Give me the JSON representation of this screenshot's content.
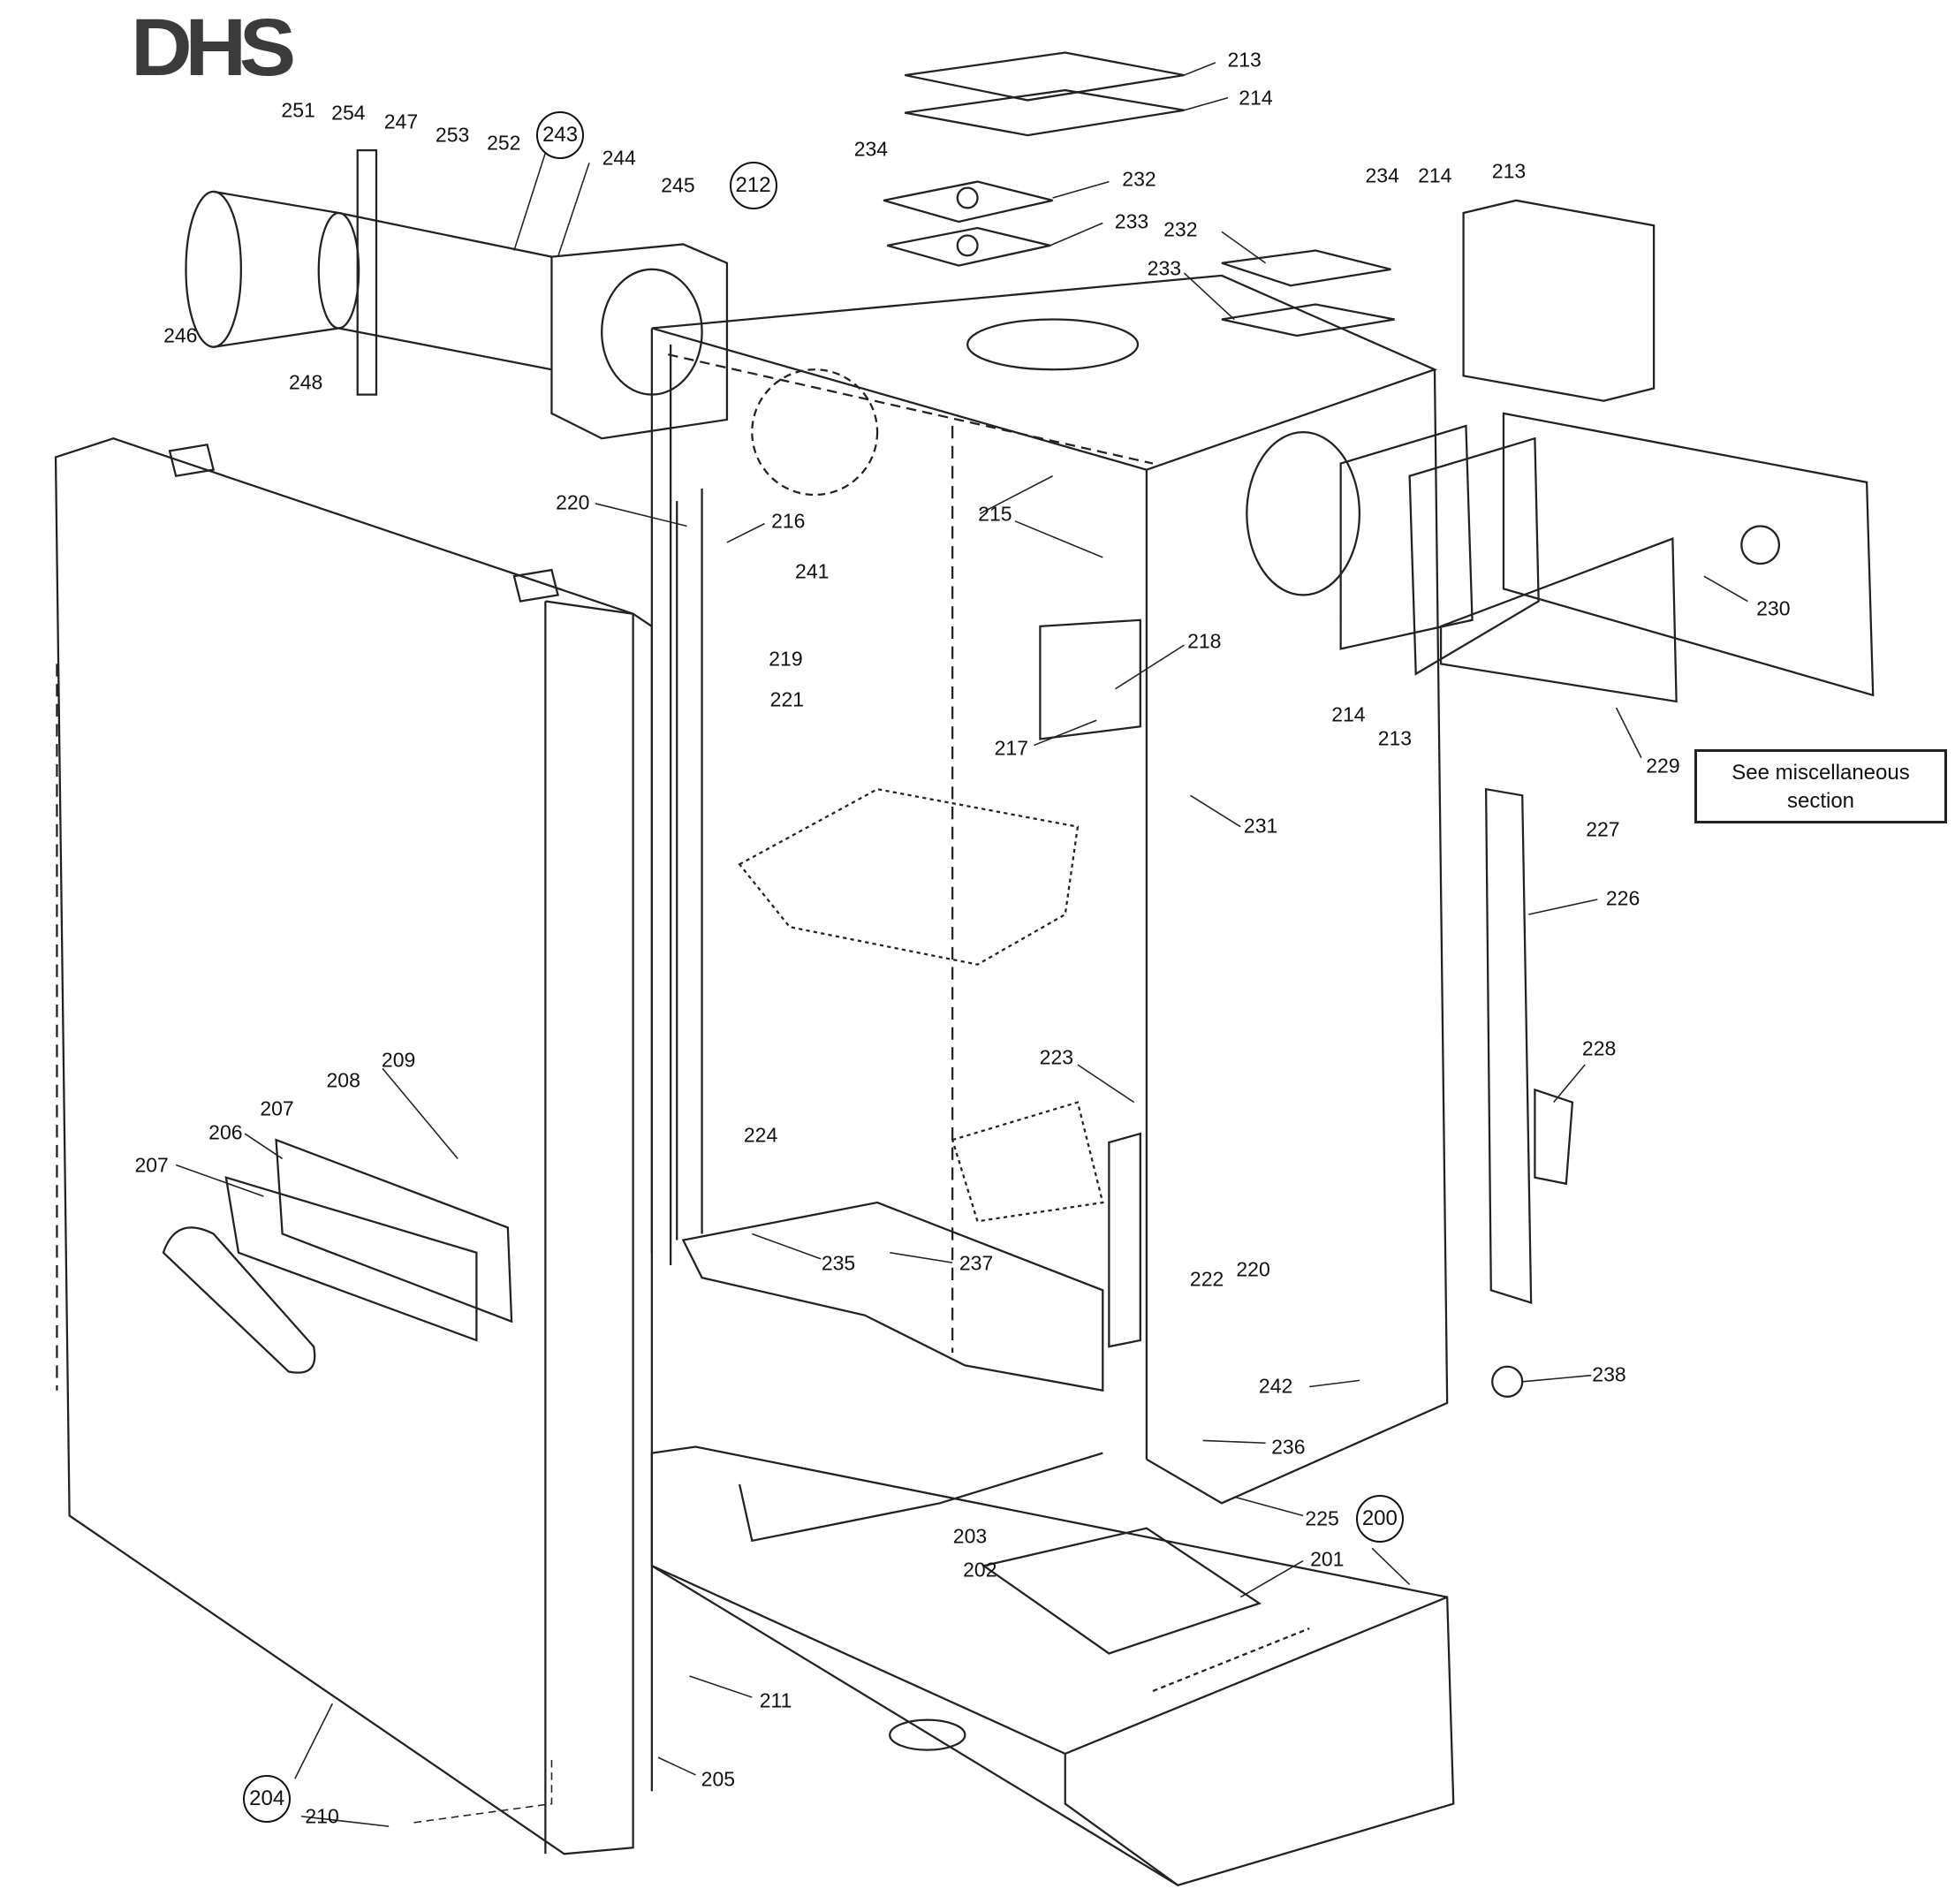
{
  "logo": {
    "text": "DHS"
  },
  "note": {
    "line1": "See miscellaneous",
    "line2": "section"
  },
  "part_labels": [
    "251",
    "254",
    "247",
    "253",
    "252",
    "243",
    "244",
    "245",
    "212",
    "213",
    "214",
    "234",
    "232",
    "233",
    "234",
    "214",
    "213",
    "232",
    "233",
    "246",
    "248",
    "220",
    "216",
    "241",
    "215",
    "218",
    "219",
    "221",
    "217",
    "214",
    "213",
    "230",
    "229",
    "227",
    "231",
    "226",
    "228",
    "223",
    "209",
    "208",
    "207",
    "206",
    "207",
    "224",
    "235",
    "237",
    "222",
    "220",
    "242",
    "238",
    "236",
    "225",
    "200",
    "201",
    "203",
    "202",
    "211",
    "205",
    "204",
    "210"
  ],
  "colors": {
    "ink": "#111111",
    "logo": "#3b3b3b"
  }
}
